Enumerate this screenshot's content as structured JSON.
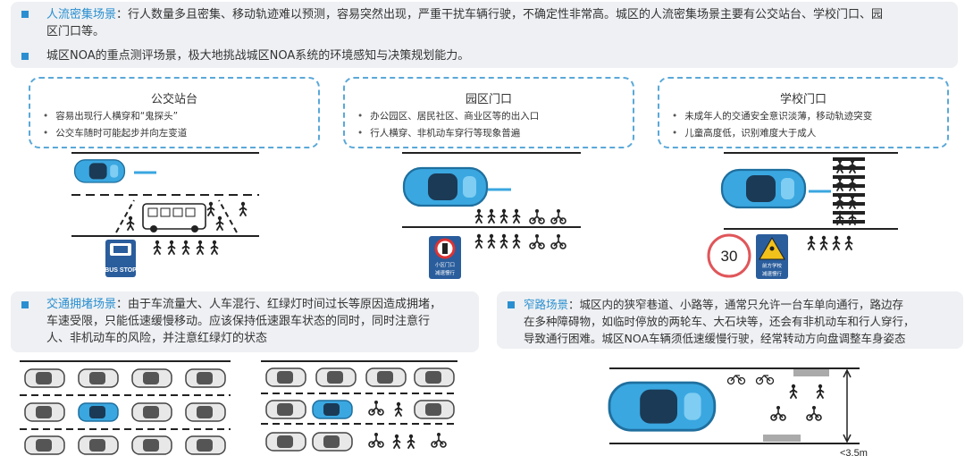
{
  "top": {
    "p1_keyword": "人流密集场景",
    "p1_text": "：行人数量多且密集、移动轨迹难以预测，容易突然出现，严重干扰车辆行驶，不确定性非常高。城区的人流密集场景主要有公交站台、学校门口、园",
    "p1_text2": "区门口等。",
    "p2_text": "城区NOA的重点测评场景，极大地挑战城区NOA系统的环境感知与决策规划能力。"
  },
  "cards": [
    {
      "title": "公交站台",
      "items": [
        "容易出现行人横穿和“鬼探头”",
        "公交车随时可能起步并向左变道"
      ]
    },
    {
      "title": "园区门口",
      "items": [
        "办公园区、居民社区、商业区等的出入口",
        "行人横穿、非机动车穿行等现象普遍"
      ]
    },
    {
      "title": "学校门口",
      "items": [
        "未成年人的交通安全意识淡薄，移动轨迹突变",
        "儿童高度低，识别难度大于成人"
      ]
    }
  ],
  "signs": {
    "bus_stop": "BUS STOP",
    "park_gate_line1": "小区门口",
    "park_gate_line2": "减速慢行",
    "speed_limit": "30",
    "school_line1": "前方学校",
    "school_line2": "减速慢行"
  },
  "traffic": {
    "keyword": "交通拥堵场景",
    "line1": "：由于车流量大、人车混行、红绿灯时间过长等原因造成拥堵，",
    "line2": "车速受限，只能低速缓慢移动。应该保持低速跟车状态的同时，同时注意行",
    "line3": "人、非机动车的风险，并注意红绿灯的状态"
  },
  "narrow": {
    "keyword": "窄路场景",
    "line1": "：城区内的狭窄巷道、小路等，通常只允许一台车单向通行，路边存",
    "line2": "在多种障碍物，如临时停放的两轮车、大石块等，还会有非机动车和行人穿行，",
    "line3": "导致通行困难。城区NOA车辆须低速缓慢行驶，经常转动方向盘调整车身姿态",
    "width_label": "<3.5m"
  },
  "colors": {
    "accent": "#2a8fd0",
    "car_blue": "#3aa7e0",
    "panel_bg": "#eef0f3",
    "card_border": "#5aa8d8"
  }
}
